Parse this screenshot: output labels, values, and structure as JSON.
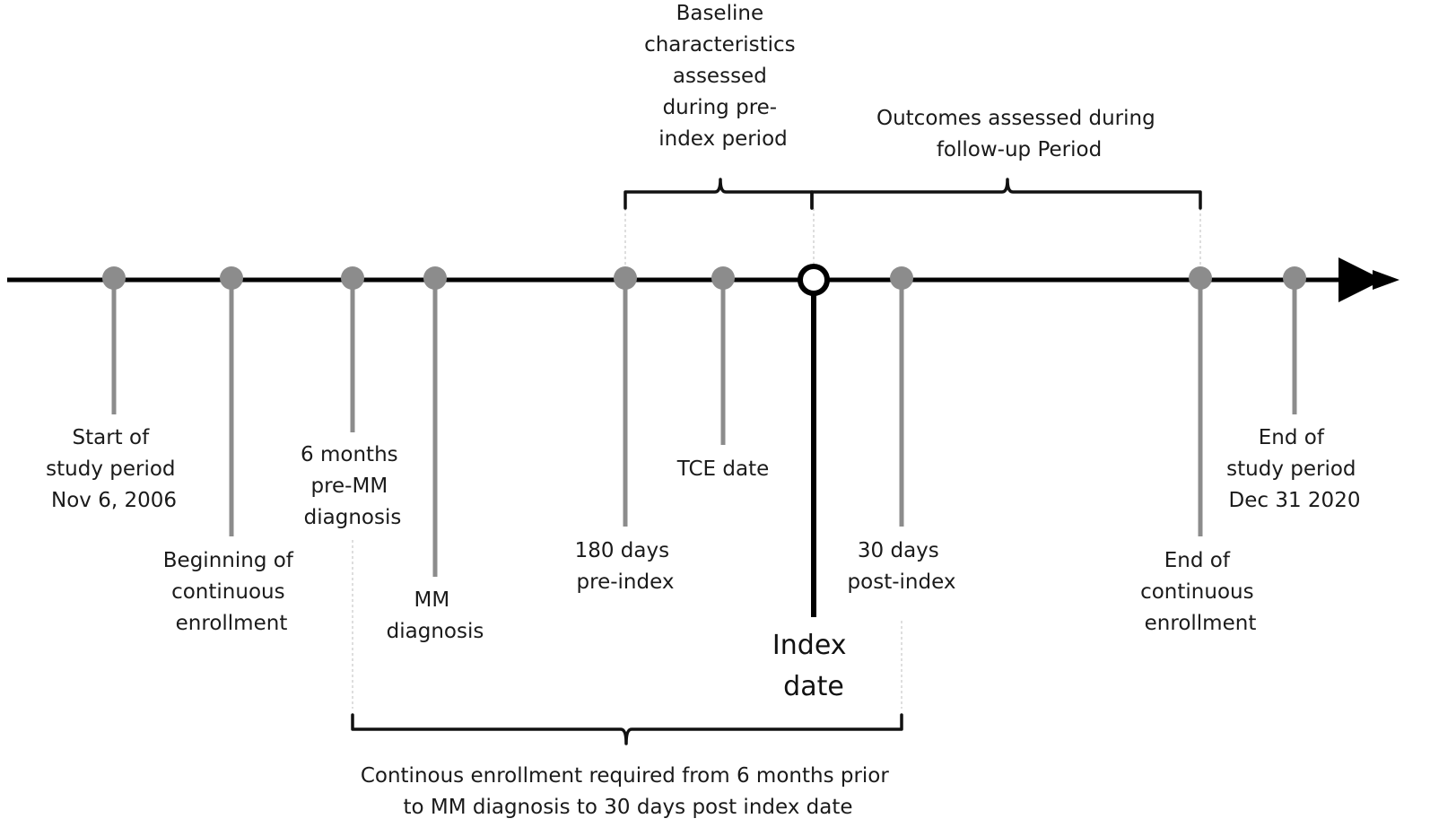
{
  "labels": {
    "start_study": [
      "Start of",
      "study period",
      "Nov 6, 2006"
    ],
    "begin_enroll": [
      "Beginning of",
      "continuous",
      "enrollment"
    ],
    "six_months_pre": [
      "6 months",
      "pre-MM",
      "diagnosis"
    ],
    "mm_diagnosis": [
      "MM",
      "diagnosis"
    ],
    "days180_pre": [
      "180 days",
      "pre-index"
    ],
    "tce_date": [
      "TCE date"
    ],
    "index_date": [
      "Index",
      "date"
    ],
    "days30_post": [
      "30 days",
      "post-index"
    ],
    "end_enroll": [
      "End of",
      "continuous",
      "enrollment"
    ],
    "end_study": [
      "End of",
      "study period",
      "Dec 31 2020"
    ]
  },
  "brackets": {
    "baseline": [
      "Baseline",
      "characteristics",
      "assessed",
      "during pre-",
      "index period"
    ],
    "outcomes": [
      "Outcomes assessed during",
      "follow-up Period"
    ],
    "enrollment": [
      "Continous enrollment required from 6 months prior",
      "to MM diagnosis to 30 days post index date"
    ]
  },
  "colors": {
    "axis": "#000000",
    "marker": "#8c8c8c",
    "index_marker": "#000000",
    "text": "#1a1a1a"
  }
}
